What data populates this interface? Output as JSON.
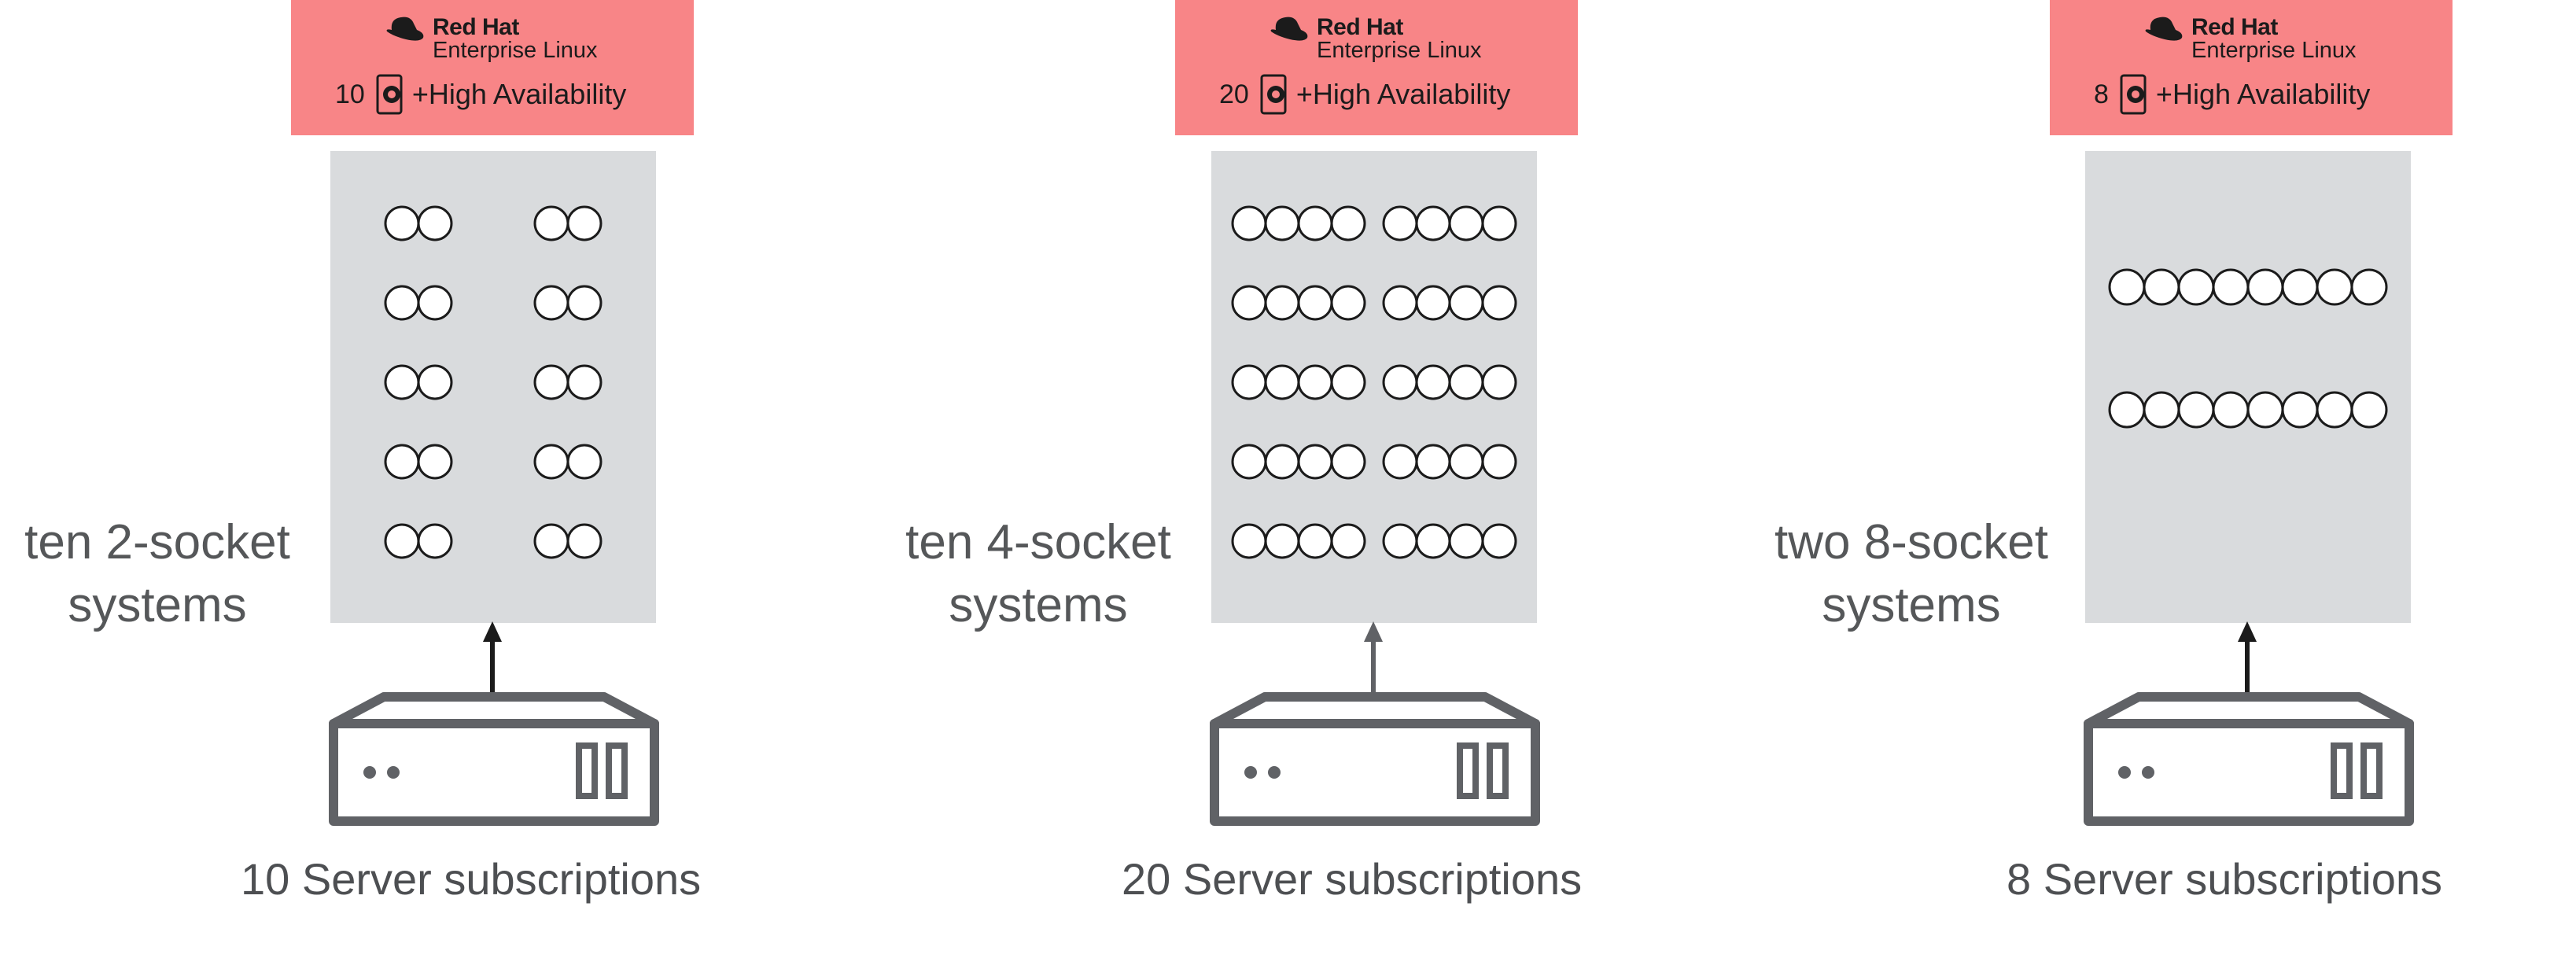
{
  "brand": {
    "company": "Red Hat",
    "product": "Enterprise Linux",
    "addon": "+High Availability",
    "banner_color": "#f88587",
    "rack_color": "#d9dbdd"
  },
  "panels": [
    {
      "subscription_count": "10",
      "system_label_line1": "ten 2-socket",
      "system_label_line2": "systems",
      "footer": "10 Server subscriptions",
      "systems": 10,
      "sockets_per_system": 2
    },
    {
      "subscription_count": "20",
      "system_label_line1": "ten 4-socket",
      "system_label_line2": "systems",
      "footer": "20 Server subscriptions",
      "systems": 10,
      "sockets_per_system": 4
    },
    {
      "subscription_count": "8",
      "system_label_line1": "two 8-socket",
      "system_label_line2": "systems",
      "footer": "8 Server subscriptions",
      "systems": 2,
      "sockets_per_system": 8
    }
  ]
}
